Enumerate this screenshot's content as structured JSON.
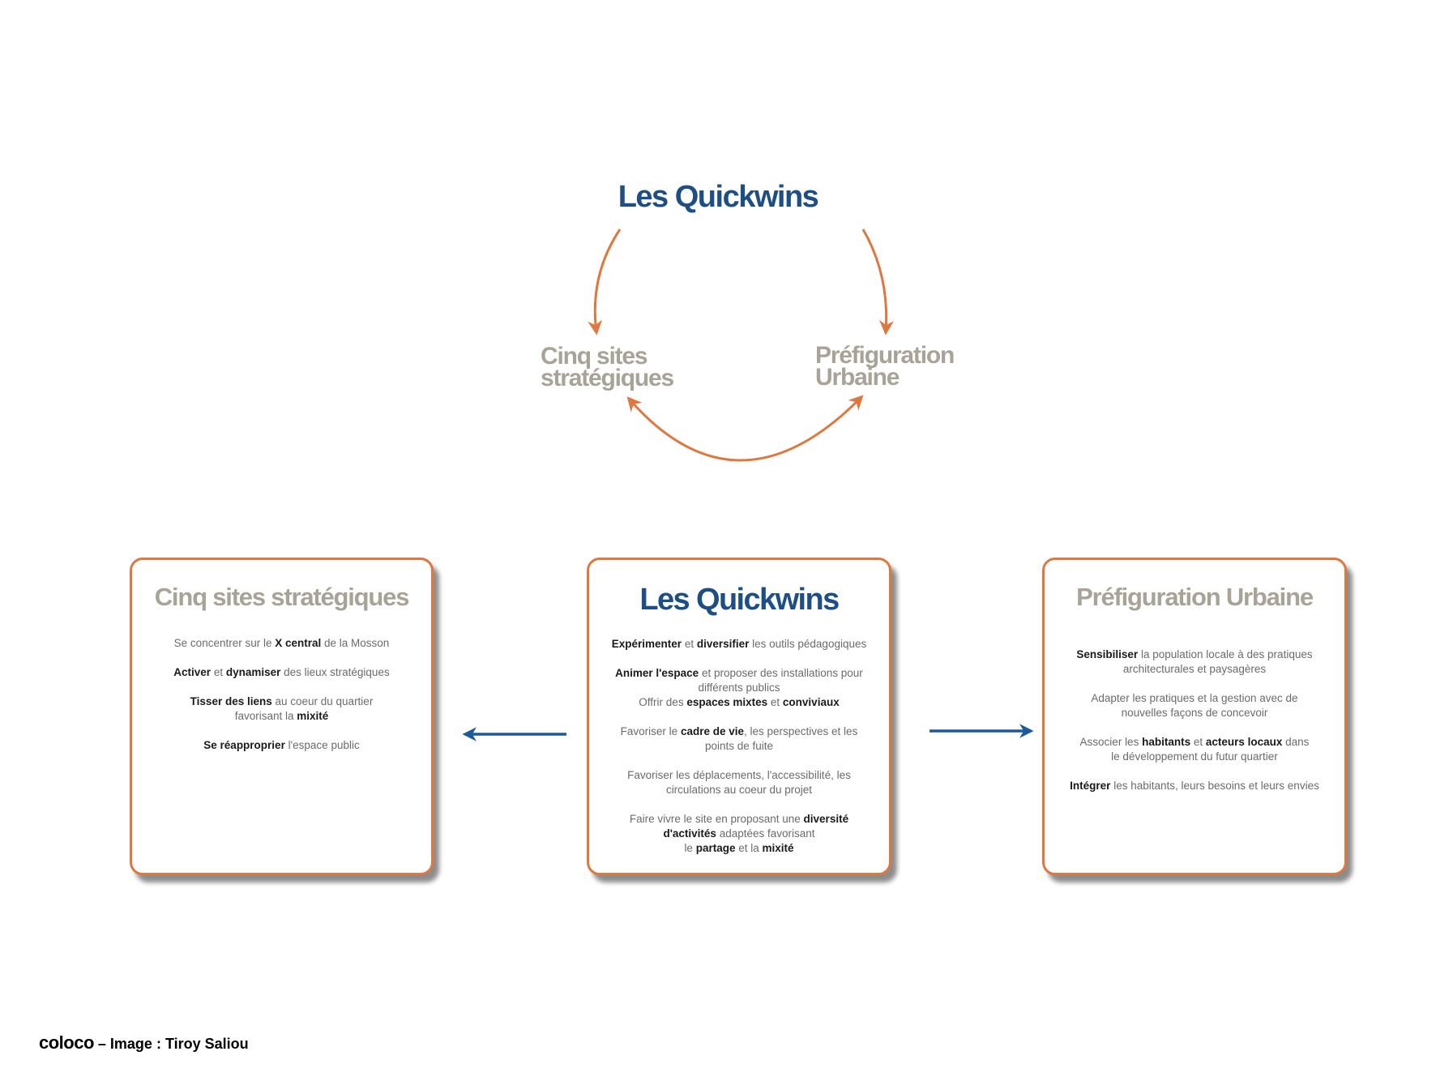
{
  "cycle": {
    "title": "Les Quickwins",
    "node_left_line1": "Cinq sites",
    "node_left_line2": "stratégiques",
    "node_right_line1": "Préfiguration",
    "node_right_line2": "Urbaine"
  },
  "cards": {
    "left": {
      "title": "Cinq sites stratégiques",
      "items": [
        {
          "a": "Se concentrer sur le ",
          "b": "X central",
          "c": " de la Mosson"
        },
        {
          "b1": "Activer",
          "a": " et ",
          "b2": "dynamiser",
          "c": " des lieux stratégiques"
        },
        {
          "b": "Tisser des liens",
          "a": " au coeur du quartier",
          "c": "favorisant la ",
          "d": "mixité"
        },
        {
          "b": "Se réapproprier",
          "a": " l'espace public"
        }
      ]
    },
    "middle": {
      "title": "Les Quickwins",
      "items": [
        {
          "b1": "Expérimenter",
          "a": " et ",
          "b2": "diversifier",
          "c": " les outils pédagogiques"
        },
        {
          "b": "Animer l'espace",
          "a": " et proposer des installations pour",
          "c": "différents publics"
        },
        {
          "a": "Offrir des ",
          "b1": "espaces mixtes",
          "c": " et ",
          "b2": "conviviaux"
        },
        {
          "a": "Favoriser le ",
          "b": "cadre de vie",
          "c": ", les perspectives et les",
          "d": "points de fuite"
        },
        {
          "a": "Favoriser les déplacements, l'accessibilité, les",
          "c": "circulations au coeur du projet"
        },
        {
          "a": "Faire vivre le site en proposant une ",
          "b1": "diversité",
          "b2": "d'activités",
          "c": " adaptées favorisant",
          "d": "le ",
          "b3": "partage",
          "e": " et la ",
          "b4": "mixité"
        }
      ]
    },
    "right": {
      "title": "Préfiguration Urbaine",
      "items": [
        {
          "b": "Sensibiliser",
          "a": " la population locale à des pratiques",
          "c": "architecturales et paysagères"
        },
        {
          "a": "Adapter les pratiques et la gestion avec de",
          "c": "nouvelles façons de concevoir"
        },
        {
          "a": "Associer les ",
          "b1": "habitants",
          "c": " et ",
          "b2": "acteurs locaux",
          "d": " dans",
          "e": "le développement du futur quartier"
        },
        {
          "b": "Intégrer",
          "a": " les habitants, leurs besoins et leurs envies"
        }
      ]
    }
  },
  "credit": {
    "brand": "coloco",
    "rest": " – Image : Tiroy Saliou"
  },
  "colors": {
    "orange": "#e0773f",
    "blue": "#1d4f86",
    "taupe": "#a8a396"
  }
}
